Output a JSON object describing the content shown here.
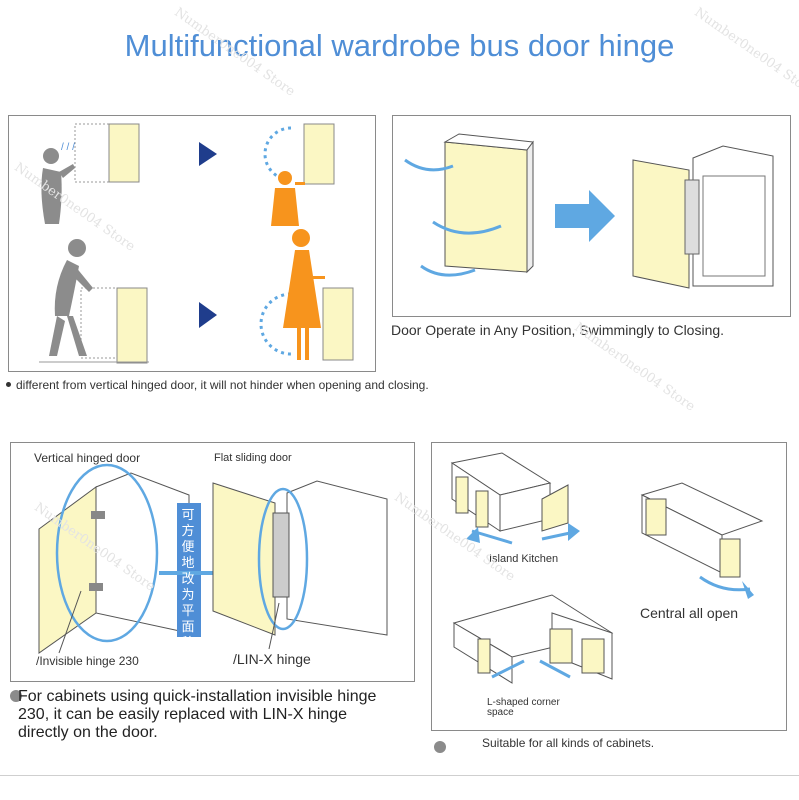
{
  "title": "Multifunctional wardrobe bus door hinge",
  "watermark": "Number0ne004 Store",
  "section1": {
    "caption": "different from vertical hinged door, it will not hinder when opening and closing."
  },
  "section2": {
    "caption": "Door Operate in Any Position, Swimmingly to Closing."
  },
  "section3": {
    "label_vertical": "Vertical hinged door",
    "label_flat": "Flat sliding door",
    "chinese_label": "可方便地改为平面移门",
    "label_invisible": "/Invisible hinge 230",
    "label_linx": "/LIN-X hinge",
    "caption": "For cabinets using quick-installation invisible hinge 230, it can be easily replaced with LIN-X hinge directly on the door."
  },
  "section4": {
    "label_island": "Island Kitchen",
    "label_central": "Central all open",
    "label_lshape": "L-shaped corner space",
    "caption": "Suitable for all kinds of cabinets."
  },
  "colors": {
    "accent": "#4f8ed6",
    "door": "#fbf7c4",
    "orange": "#f7941d",
    "arrow_dark": "#1f3d8c",
    "arrow_light": "#5fa8e2",
    "gray_figure": "#8c8c8c"
  }
}
